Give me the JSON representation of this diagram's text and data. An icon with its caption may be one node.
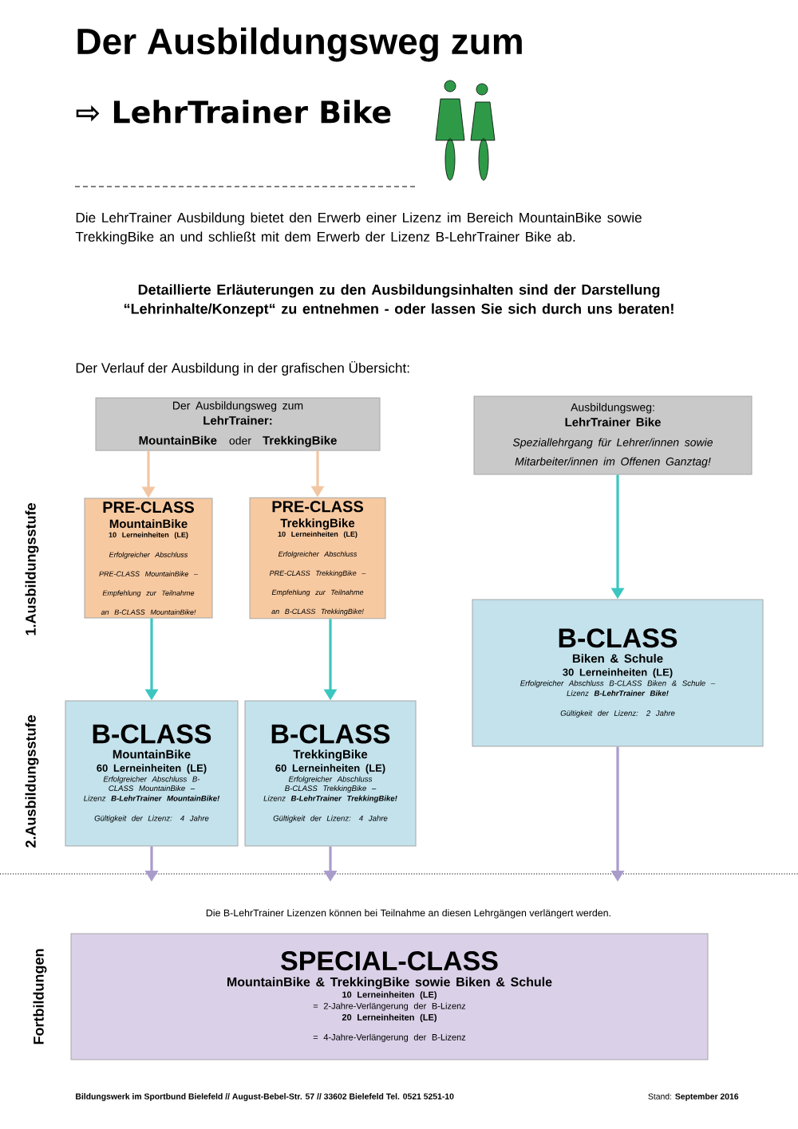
{
  "diagram": {
    "title": "Der Ausbildungsweg zum",
    "nodes": [
      {
        "text": [
          "Der Ausbildungsweg zum",
          "LehrTrainer:",
          "MountainBike",
          "oder",
          "TrekkingBike"
        ]
      },
      {
        "text": [
          "Ausbildungsweg:",
          "LehrTrainer Bike",
          "Speziallehrgang für Lehrer/innen sowie Mitarbeiter/innen im Offenen Ganztag!"
        ]
      },
      {
        "text": [
          "PRE-CLASS",
          "MountainBike",
          "10 Lerneinheiten (LE)",
          "Erfolgreicher Abschluss PRE-CLASS MountainBike – Empfehlung zur Teilnahme an B-CLASS MountainBike!"
        ]
      },
      {
        "text": [
          "PRE-CLASS",
          "TrekkingBike",
          "10 Lerneinheiten (LE)",
          "Erfolgreicher Abschluss PRE-CLASS TrekkingBike – Empfehlung zur Teilnahme an B-CLASS TrekkingBike!"
        ]
      },
      {
        "text": [
          "B-CLASS",
          "Biken & Schule",
          "30 Lerneinheiten (LE)",
          "Erfolgreicher Abschluss B-CLASS Biken & Schule –",
          "Lizenz **B-LehrTrainer Bike!**",
          "Gültigkeit der Lizenz: 2 Jahre"
        ]
      },
      {
        "text": [
          "B-CLASS",
          "MountainBike",
          "60 Lerneinheiten (LE)",
          "Erfolgreicher Abschluss B-CLASS MountainBike –",
          "Lizenz **B-LehrTrainer MountainBike!**",
          "Gültigkeit der Lizenz: 4 Jahre"
        ]
      },
      {
        "text": [
          "B-CLASS",
          "TrekkingBike",
          "60 Lerneinheiten (LE)",
          "Erfolgreicher Abschluss B-CLASS TrekkingBike –",
          "Lizenz **B-LehrTrainer TrekkingBike!**",
          "Gültigkeit der Lizenz: 4 Jahre"
        ]
      },
      {
        "text": [
          "SPECIAL-CLASS",
          "MountainBike & TrekkingBike sowie Biken & Schule",
          "10 Lerneinheiten (LE)",
          "= 2-Jahre-Verlängerung der B-Lizenz",
          "20 Lerneinheiten (LE)",
          "= 4-Jahre-Verlängerung der B-Lizenz"
        ]
      }
    ],
    "edges": [
      {
        "from": 0,
        "to": 2,
        "arrow": "to",
        "color": "#f2c6a2"
      },
      {
        "from": 0,
        "to": 3,
        "arrow": "to",
        "color": "#f2c6a2"
      },
      {
        "from": 1,
        "to": 4,
        "arrow": "to"
      },
      {
        "from": 2,
        "to": 5,
        "arrow": "to"
      },
      {
        "from": 3,
        "to": 6,
        "arrow": "to"
      },
      {
        "from": 5,
        "to": null,
        "arrow": "to",
        "color": "#a99ccb"
      },
      {
        "from": 6,
        "to": null,
        "arrow": "to",
        "color": "#a99ccb"
      },
      {
        "from": 4,
        "to": null,
        "arrow": "to",
        "color": "#a99ccb"
      }
    ],
    "labels": [
      "⇨ LehrTrainer Bike",
      "Die LehrTrainer Ausbildung bietet den Erwerb einer Lizenz im Bereich MountainBike sowie TrekkingBike an und schließt mit dem Erwerb der Lizenz B-LehrTrainer Bike ab.",
      "Detaillierte Erläuterungen zu den Ausbildungsinhalten sind der Darstellung “Lehrinhalte/Konzept“ zu entnehmen - oder lassen Sie sich durch uns beraten!",
      "Der Verlauf der Ausbildung in der grafischen Übersicht:",
      "1.Ausbildungsstufe",
      "2.Ausbildungsstufe",
      "Die B-LehrTrainer Lizenzen können bei Teilnahme an diesen Lehrgängen verlängert werden.",
      "Fortbildungen",
      "Bildungswerk im Sportbund Bielefeld // August-Bebel-Str. 57 // 33602 Bielefeld Tel. 0521 5251-10",
      "Stand: **September 2016**"
    ]
  }
}
